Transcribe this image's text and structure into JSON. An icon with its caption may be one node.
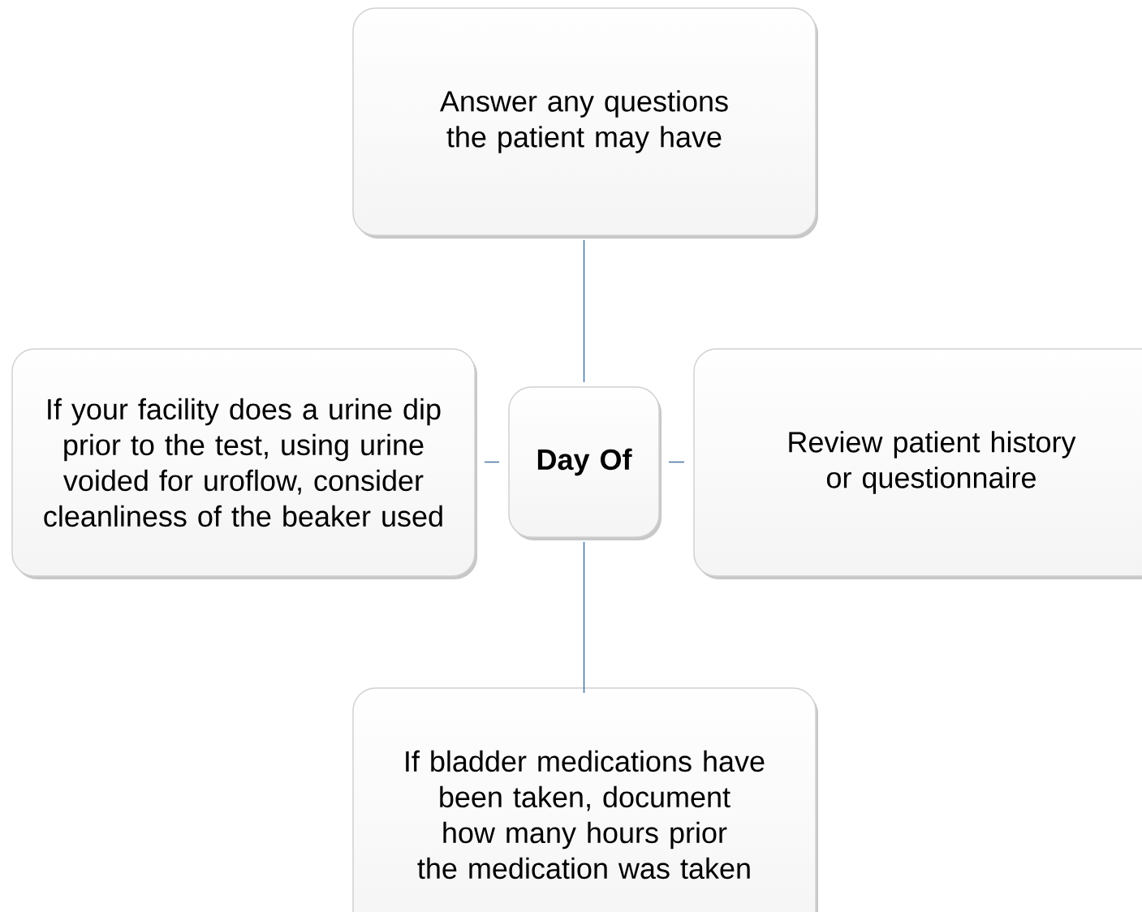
{
  "diagram": {
    "nodes": [
      {
        "text": [
          "Answer any questions the patient may have"
        ]
      },
      {
        "text": [
          "If your facility does a urine dip prior to the test, using urine voided for uroflow, consider cleanliness of the beaker used"
        ]
      },
      {
        "text": [
          "Day Of"
        ]
      },
      {
        "text": [
          "Review patient history or questionnaire"
        ]
      },
      {
        "text": [
          "If bladder medications have been taken, document how many hours prior the medication was taken"
        ]
      }
    ],
    "edges": [
      {
        "from": 2,
        "to": 0,
        "arrow": "none"
      },
      {
        "from": 2,
        "to": 1,
        "arrow": "none"
      },
      {
        "from": 2,
        "to": 3,
        "arrow": "none"
      },
      {
        "from": 2,
        "to": 4,
        "arrow": "none"
      }
    ]
  }
}
